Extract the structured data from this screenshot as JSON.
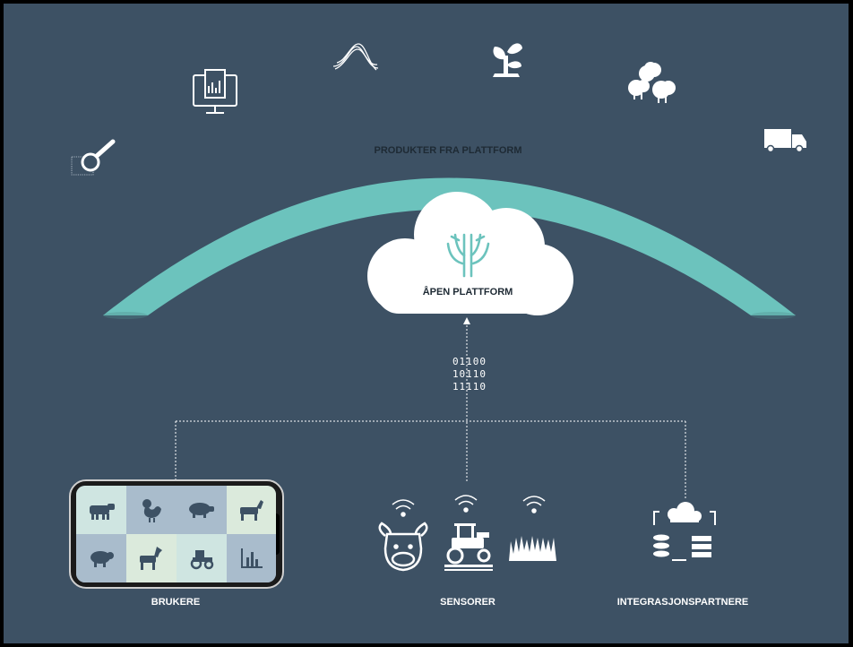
{
  "arc_label": "PRODUKTER FRA PLATTFORM",
  "cloud_label": "ÅPEN PLATTFORM",
  "binary_lines": [
    "01100",
    "10110",
    "11110"
  ],
  "bottom_labels": {
    "users": "BRUKERE",
    "sensors": "SENSORER",
    "partners": "INTEGRASJONSPARTNERE"
  },
  "top_icons": [
    "data-search-icon",
    "report-monitor-icon",
    "wave-signal-icon",
    "plant-icon",
    "sheep-flock-icon",
    "truck-icon"
  ],
  "phone_tiles": [
    {
      "icon": "cow-icon",
      "bg": "#cfe5e1"
    },
    {
      "icon": "rooster-icon",
      "bg": "#a9bccc"
    },
    {
      "icon": "pig-icon",
      "bg": "#a9bccc"
    },
    {
      "icon": "goat-icon",
      "bg": "#dbeadc"
    },
    {
      "icon": "sheep-icon",
      "bg": "#a9bccc"
    },
    {
      "icon": "horse-icon",
      "bg": "#dbeadc"
    },
    {
      "icon": "tractor-icon",
      "bg": "#cfe5e1"
    },
    {
      "icon": "bar-chart-icon",
      "bg": "#a9bccc"
    }
  ],
  "colors": {
    "background": "#3d5164",
    "arc": "#6cc3bd",
    "cloud": "#ffffff",
    "tree_logo": "#6cc3bd",
    "text_light": "#ffffff",
    "text_dark": "#1e2a34"
  }
}
